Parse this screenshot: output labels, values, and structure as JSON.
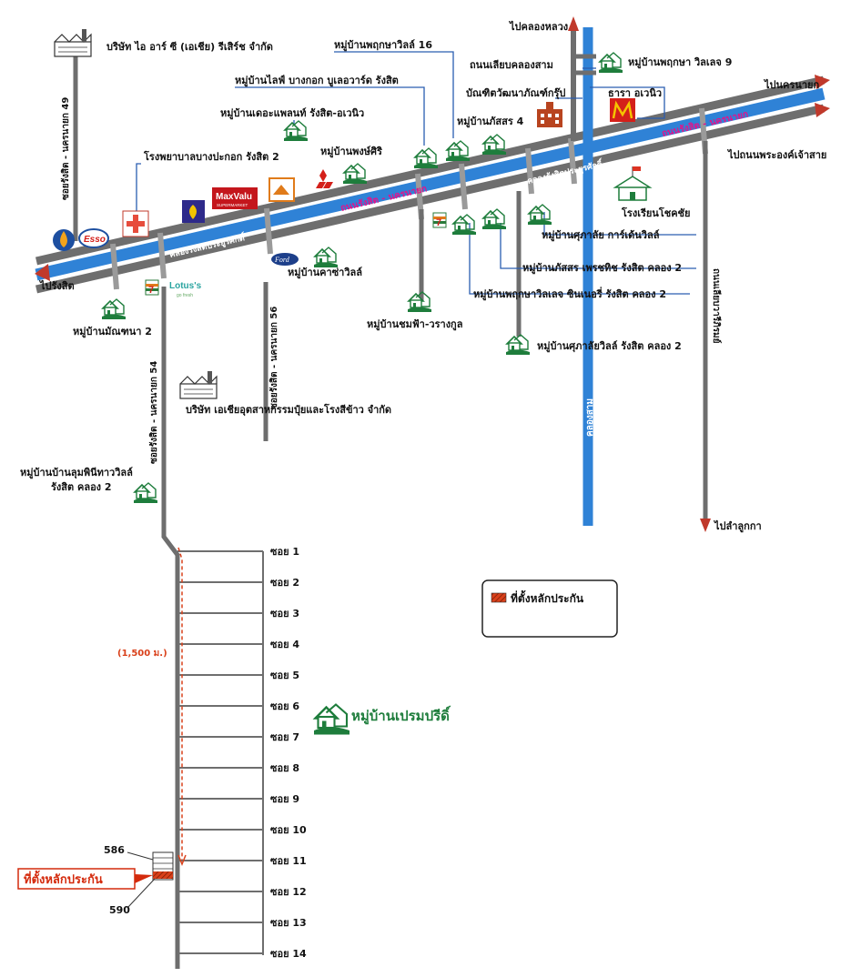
{
  "colors": {
    "road": "#6e6e6e",
    "canal": "#2f82d6",
    "pink": "#e0148c",
    "marker": "#d9401a",
    "callout": "#d42a0c",
    "house": "#1e7d3c"
  },
  "places": {
    "irc": "บริษัท ไอ อาร์ ซี (เอเชีย) รีเสิร์ช จำกัด",
    "rangsit49": "ซอยรังสิต - นครนายก 49",
    "khlong_luang": "ไปคลองหลวง",
    "lieb_road": "ถนนเลียบคลองสาม",
    "pruksa16": "หมู่บ้านพฤกษาวิลล์ 16",
    "pruksa9": "หมู่บ้านพฤกษา วิลเลจ 9",
    "life_bangkok": "หมู่บ้านไลฟ์ บางกอก บูเลอวาร์ด รังสิต",
    "bundit": "บัณฑิตวัฒนาภัณฑ์กรุ๊ป",
    "tara": "ธารา อเวนิว",
    "phasorn4": "หมู่บ้านภัสสร 4",
    "planet": "หมู่บ้านเดอะแพลนท์ รังสิต-อเวนิว",
    "phongsiri": "หมู่บ้านพงษ์ศิริ",
    "hospital": "โรงพยาบาลบางปะกอก รังสิต 2",
    "to_nakhon_nayok": "ไปนครนายก",
    "to_ongkharak": "ไปถนนพระองค์เจ้าสาย",
    "school": "โรงเรียนโชคชัย",
    "supalai_garden": "หมู่บ้านศุภาลัย การ์เด้นวิลล์",
    "phasorn_petch": "หมู่บ้านภัสสร เพรชทิช รังสิต คลอง 2",
    "pruksa_gold": "หมู่บ้านพฤกษาวิลเลจ ซินเนอรี่ รังสิต คลอง 2",
    "to_rangsit": "ไปรังสิต",
    "kasa": "หมู่บ้านคาซ่าวิลล์",
    "chomfa": "หมู่บ้านชมฟ้า-วรางกูล",
    "supalai_ville": "หมู่บ้านศุภาลัยวิลล์ รังสิต คลอง 2",
    "manthana": "หมู่บ้านมัณฑนา 2",
    "rangsit54": "ซอยรังสิต - นครนายก 54",
    "rangsit56": "ซอยรังสิต - นครนายก 56",
    "asia_fert": "บริษัท เอเชียอุตสาหกรรมปุ๋ยและโรงสีข้าว จำกัด",
    "lumpini": "หมู่บ้านบ้านลุมพินีทาววิลล์",
    "lumpini2": "รังสิต คลอง 2",
    "to_lamlukka": "ไปลำลูกกา",
    "khlong3": "คลองสาม",
    "road_right": "ถนนเลียบวารีภิรมย์",
    "canal_name_1": "คลองรังสิตประยูรศักดิ์",
    "canal_name_2": "คลองรังสิตประยูรศักดิ์",
    "highway_1": "ถนนรังสิต - นครนายก",
    "highway_2": "ถนนรังสิต - นครนายก",
    "prem_pree": "หมู่บ้านเปรมปรีดิ์",
    "distance": "(1,500 ม.)",
    "plot_586": "586",
    "plot_590": "590",
    "collateral_callout": "ที่ตั้งหลักประกัน"
  },
  "logos": {
    "esso": "Esso",
    "maxvalu": "MaxValu",
    "maxvalu_sub": "SUPERMARKET",
    "lotus": "Lotus's",
    "lotus_sub": "go fresh",
    "ford": "Ford",
    "seven": "7"
  },
  "legend": {
    "label": "ที่ตั้งหลักประกัน"
  },
  "sois": [
    "ซอย 1",
    "ซอย 2",
    "ซอย 3",
    "ซอย 4",
    "ซอย 5",
    "ซอย 6",
    "ซอย 7",
    "ซอย 8",
    "ซอย 9",
    "ซอย 10",
    "ซอย 11",
    "ซอย 12",
    "ซอย 13",
    "ซอย 14"
  ]
}
